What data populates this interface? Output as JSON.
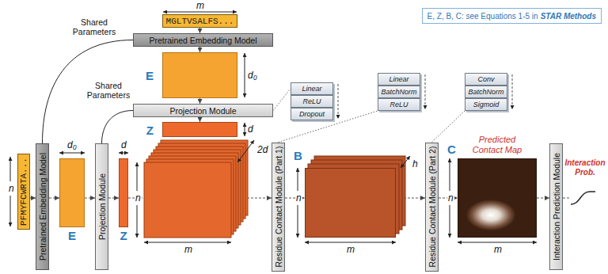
{
  "diagram": {
    "nodes": [
      {
        "text": [
          "MGLTVSALFS..."
        ]
      },
      {
        "text": [
          "Pretrained Embedding Model"
        ]
      },
      {
        "text": [
          "E"
        ]
      },
      {
        "text": [
          "Projection Module"
        ]
      },
      {
        "text": [
          "Z"
        ]
      },
      {
        "text": [
          "E, Z, B, C: see Equations 1-5 in",
          "STAR Methods"
        ]
      },
      {
        "text": [
          "Linear"
        ]
      },
      {
        "text": [
          "ReLU"
        ]
      },
      {
        "text": [
          "Dropout"
        ]
      },
      {
        "text": [
          "Linear"
        ]
      },
      {
        "text": [
          "BatchNorm"
        ]
      },
      {
        "text": [
          "ReLU"
        ]
      },
      {
        "text": [
          "Conv"
        ]
      },
      {
        "text": [
          "BatchNorm"
        ]
      },
      {
        "text": [
          "Sigmoid"
        ]
      },
      {
        "text": [
          "PFMYFCWRTA..."
        ]
      },
      {
        "text": [
          "Pretrained Embedding Model"
        ]
      },
      {
        "text": [
          "E"
        ]
      },
      {
        "text": [
          "Projection Module"
        ]
      },
      {
        "text": [
          "Z"
        ]
      },
      {
        "text": [
          "Residue Contact Module (Part 1)"
        ]
      },
      {
        "text": [
          "B"
        ]
      },
      {
        "text": [
          "Residue Contact Module (Part 2)"
        ]
      },
      {
        "text": [
          "Predicted Contact Map",
          "C"
        ]
      },
      {
        "text": [
          "Interaction Prediction Module"
        ]
      }
    ],
    "edges": [
      {
        "from": 0,
        "to": 1,
        "arrow": "to"
      },
      {
        "from": 1,
        "to": 2,
        "arrow": "to"
      },
      {
        "from": 2,
        "to": 3,
        "arrow": "to"
      },
      {
        "from": 3,
        "to": 4,
        "arrow": "to"
      },
      {
        "from": 1,
        "to": 16,
        "arrow": "none"
      },
      {
        "from": 3,
        "to": 18,
        "arrow": "none"
      },
      {
        "from": 3,
        "to": 6,
        "arrow": "none"
      },
      {
        "from": 20,
        "to": 11,
        "arrow": "none"
      },
      {
        "from": 22,
        "to": 14,
        "arrow": "none"
      },
      {
        "from": 15,
        "to": 16,
        "arrow": "to"
      },
      {
        "from": 16,
        "to": 17,
        "arrow": "to"
      },
      {
        "from": 17,
        "to": 18,
        "arrow": "to"
      },
      {
        "from": 18,
        "to": 19,
        "arrow": "to"
      },
      {
        "from": 19,
        "to": 20,
        "arrow": "to"
      },
      {
        "from": 20,
        "to": 21,
        "arrow": "to"
      },
      {
        "from": 21,
        "to": 22,
        "arrow": "to"
      },
      {
        "from": 22,
        "to": 23,
        "arrow": "to"
      },
      {
        "from": 23,
        "to": 24,
        "arrow": "to"
      }
    ],
    "labels": [
      "m",
      "d₀",
      "d",
      "Shared Parameters",
      "Shared Parameters",
      "n",
      "d₀",
      "d",
      "2d",
      "n",
      "m",
      "h",
      "n",
      "m",
      "n",
      "m",
      "Interaction Prob."
    ]
  }
}
